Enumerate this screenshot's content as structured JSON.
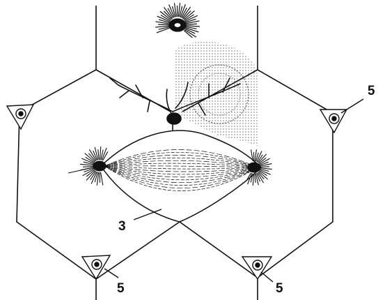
{
  "labels": {
    "cell_right": "5",
    "cell_bottom_left": "5",
    "cell_bottom_right": "5",
    "muscle_cell": "3"
  },
  "colors": {
    "ink": "#111111",
    "background": "#ffffff"
  }
}
